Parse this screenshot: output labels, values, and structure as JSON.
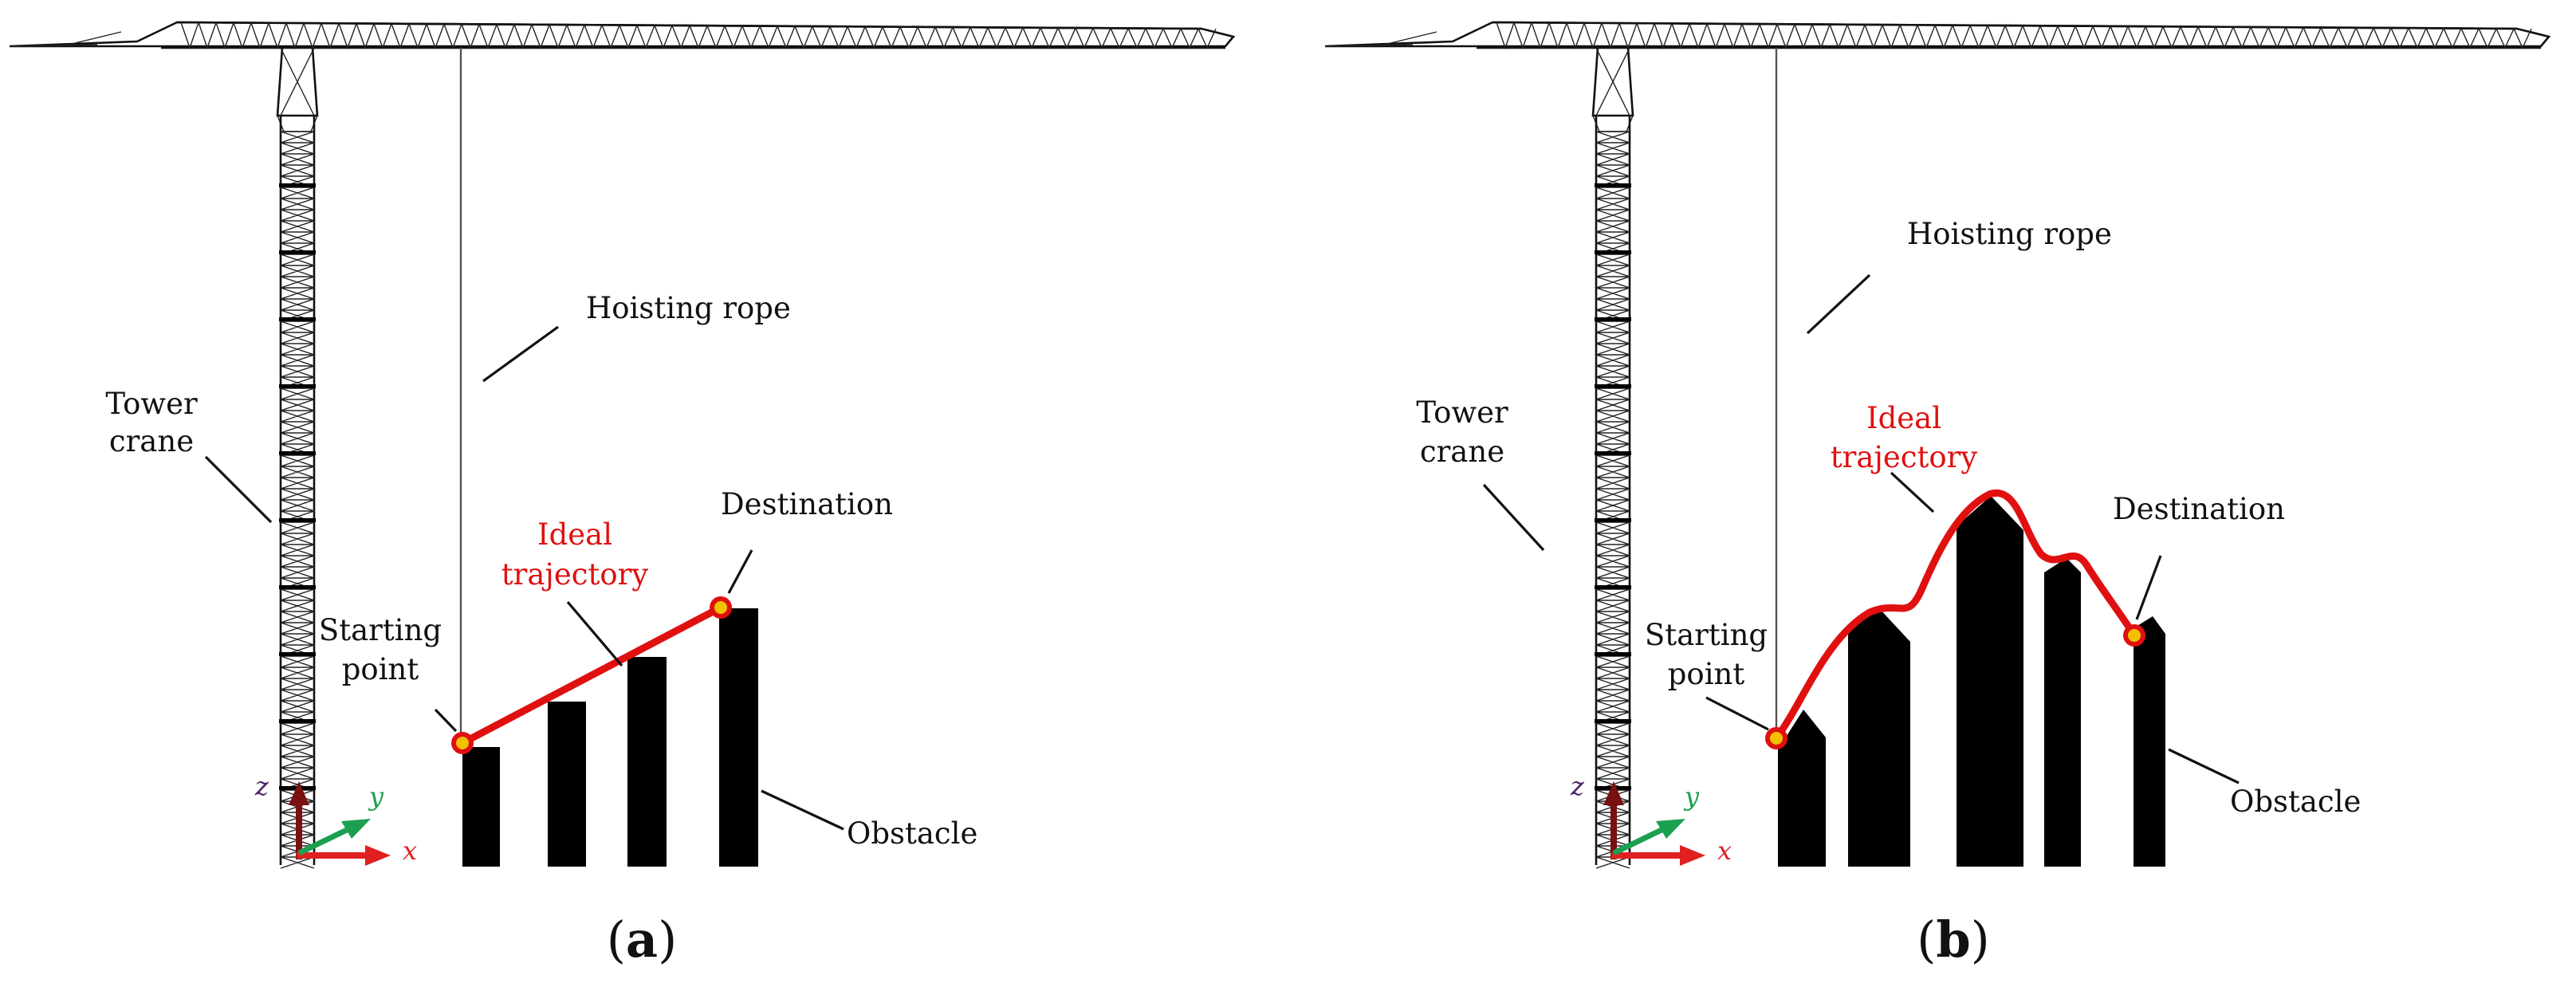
{
  "panels": [
    {
      "id": "a",
      "caption_open": "(",
      "caption_letter": "a",
      "caption_close": ")",
      "labels": {
        "tower_l1": "Tower",
        "tower_l2": "crane",
        "rope": "Hoisting rope",
        "traj_l1": "Ideal",
        "traj_l2": "trajectory",
        "dest": "Destination",
        "start_l1": "Starting",
        "start_l2": "point",
        "obstacle": "Obstacle"
      },
      "axes": {
        "x": "x",
        "y": "y",
        "z": "z"
      }
    },
    {
      "id": "b",
      "caption_open": "(",
      "caption_letter": "b",
      "caption_close": ")",
      "labels": {
        "tower_l1": "Tower",
        "tower_l2": "crane",
        "rope": "Hoisting rope",
        "traj_l1": "Ideal",
        "traj_l2": "trajectory",
        "dest": "Destination",
        "start_l1": "Starting",
        "start_l2": "point",
        "obstacle": "Obstacle"
      },
      "axes": {
        "x": "x",
        "y": "y",
        "z": "z"
      }
    }
  ],
  "colors": {
    "trajectory": "#e01010",
    "obstacle": "#000000",
    "axis_x": "#e02020",
    "axis_y": "#1aa050",
    "axis_z": "#7a1010",
    "marker_fill": "#f2c200"
  }
}
